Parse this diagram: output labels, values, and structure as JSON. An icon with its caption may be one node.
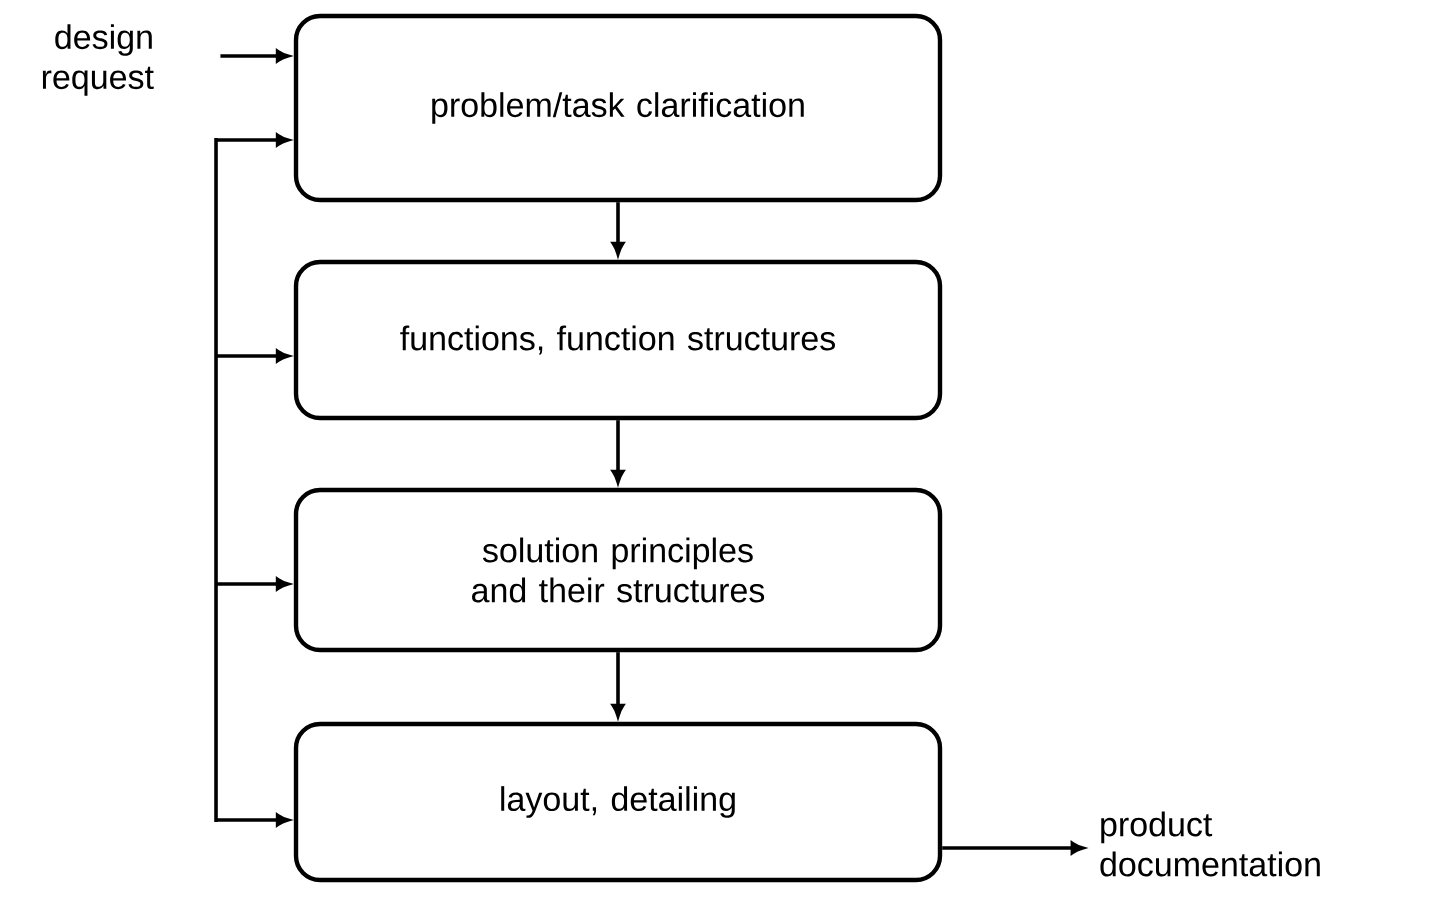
{
  "diagram": {
    "nodes": [
      {
        "text": [
          "design request"
        ]
      },
      {
        "text": [
          "problem/task clarification"
        ]
      },
      {
        "text": [
          "functions, function structures"
        ]
      },
      {
        "text": [
          "solution principles and their structures"
        ]
      },
      {
        "text": [
          "layout, detailing"
        ]
      },
      {
        "text": [
          "product documentation"
        ]
      }
    ],
    "edges": [
      {
        "from": 0,
        "to": 1,
        "arrow": "to"
      },
      {
        "from": 1,
        "to": 2,
        "arrow": "to"
      },
      {
        "from": 2,
        "to": 3,
        "arrow": "to"
      },
      {
        "from": 3,
        "to": 4,
        "arrow": "to"
      },
      {
        "from": 4,
        "to": 5,
        "arrow": "to"
      },
      {
        "from": null,
        "to": 1,
        "arrow": "to"
      },
      {
        "from": null,
        "to": 2,
        "arrow": "to"
      },
      {
        "from": null,
        "to": 3,
        "arrow": "to"
      },
      {
        "from": null,
        "to": 4,
        "arrow": "to"
      }
    ]
  }
}
